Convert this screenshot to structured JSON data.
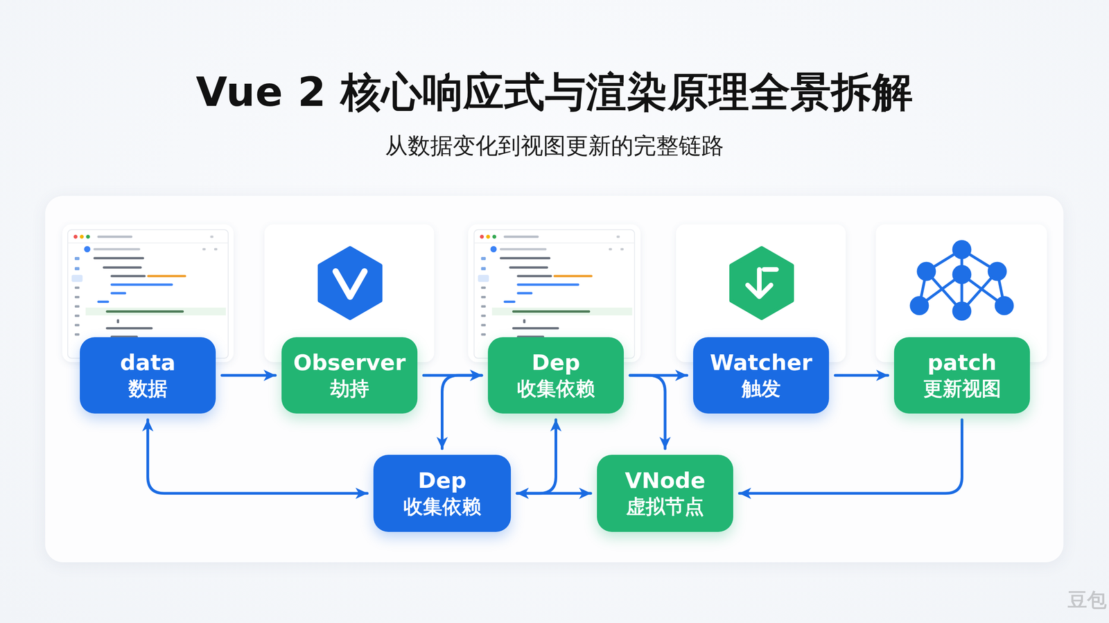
{
  "diagram": {
    "title": "Vue 2 核心响应式与渲染原理全景拆解",
    "caption": "从数据变化到视图更新的完整链路",
    "nodes": [
      {
        "text": [
          "data",
          "数据"
        ]
      },
      {
        "text": [
          "Observer",
          "劫持"
        ]
      },
      {
        "text": [
          "Dep",
          "收集依赖"
        ]
      },
      {
        "text": [
          "Watcher",
          "触发"
        ]
      },
      {
        "text": [
          "patch",
          "更新视图"
        ]
      },
      {
        "text": [
          "Dep",
          "收集依赖"
        ]
      },
      {
        "text": [
          "VNode",
          "虚拟节点"
        ]
      }
    ],
    "edges": [
      {
        "from": 0,
        "to": 1,
        "arrow": "to"
      },
      {
        "from": 1,
        "to": 2,
        "arrow": "to"
      },
      {
        "from": 2,
        "to": 3,
        "arrow": "to"
      },
      {
        "from": 3,
        "to": 4,
        "arrow": "to"
      },
      {
        "from": 0,
        "to": 5,
        "arrow": "both"
      },
      {
        "from": 2,
        "to": 5,
        "arrow": "both"
      },
      {
        "from": 5,
        "to": 6,
        "arrow": "both"
      },
      {
        "from": 5,
        "to": 2,
        "arrow": "to"
      },
      {
        "from": 2,
        "to": 6,
        "arrow": "to"
      },
      {
        "from": 4,
        "to": 6,
        "arrow": "to"
      }
    ],
    "labels": [
      "豆包"
    ]
  }
}
